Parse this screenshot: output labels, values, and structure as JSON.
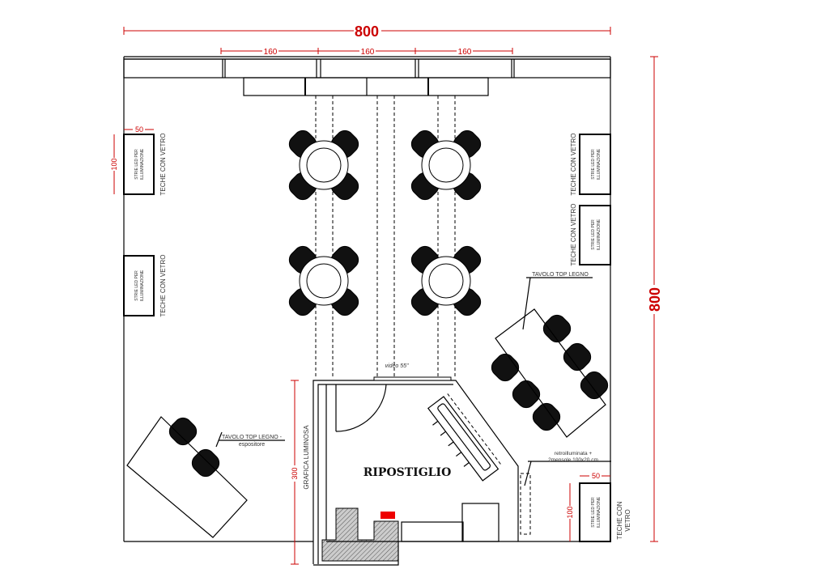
{
  "dimensions": {
    "overall_width": "800",
    "overall_depth": "800",
    "module_widths": [
      "160",
      "160",
      "160"
    ],
    "showcase_width": "50",
    "showcase_depth": "100",
    "storage_wall": "300"
  },
  "labels": {
    "showcase": "TECHE CON VETRO",
    "showcase_right_bottom_1": "TECHE CON",
    "showcase_right_bottom_2": "VETRO",
    "led_1": "STRIE LED PER",
    "led_2": "ILLUMINAZIONE",
    "table_right": "TAVOLO  TOP LEGNO",
    "table_left_1": "TAVOLO  TOP LEGNO -",
    "table_left_2": "espositore",
    "video": "video 55\"",
    "storage_room": "RIPOSTIGLIO",
    "light_graphic": "GRAFICA LUMINOSA",
    "backlit_1": "retroilluminata +",
    "backlit_2": "2mensole 100x20 cm"
  },
  "colors": {
    "dimension": "#cc0000",
    "marker": "#ee0000"
  }
}
